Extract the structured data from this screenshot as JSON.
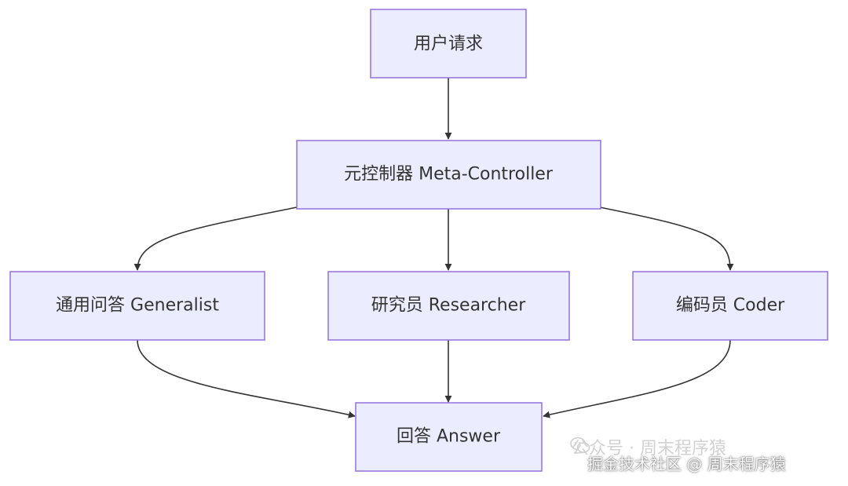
{
  "nodes": {
    "user_request": "用户请求",
    "meta_controller": "元控制器 Meta-Controller",
    "generalist": "通用问答 Generalist",
    "researcher": "研究员 Researcher",
    "coder": "编码员 Coder",
    "answer": "回答 Answer"
  },
  "edges": [
    {
      "from": "user_request",
      "to": "meta_controller"
    },
    {
      "from": "meta_controller",
      "to": "generalist"
    },
    {
      "from": "meta_controller",
      "to": "researcher"
    },
    {
      "from": "meta_controller",
      "to": "coder"
    },
    {
      "from": "generalist",
      "to": "answer"
    },
    {
      "from": "researcher",
      "to": "answer"
    },
    {
      "from": "coder",
      "to": "answer"
    }
  ],
  "colors": {
    "node_fill": "#ececff",
    "node_stroke": "#9370db",
    "edge": "#333333"
  },
  "watermark": {
    "line1": "公众号 · 周末程序猿",
    "line2": "掘金技术社区 @ 周末程序猿",
    "icon": "wechat-icon"
  }
}
